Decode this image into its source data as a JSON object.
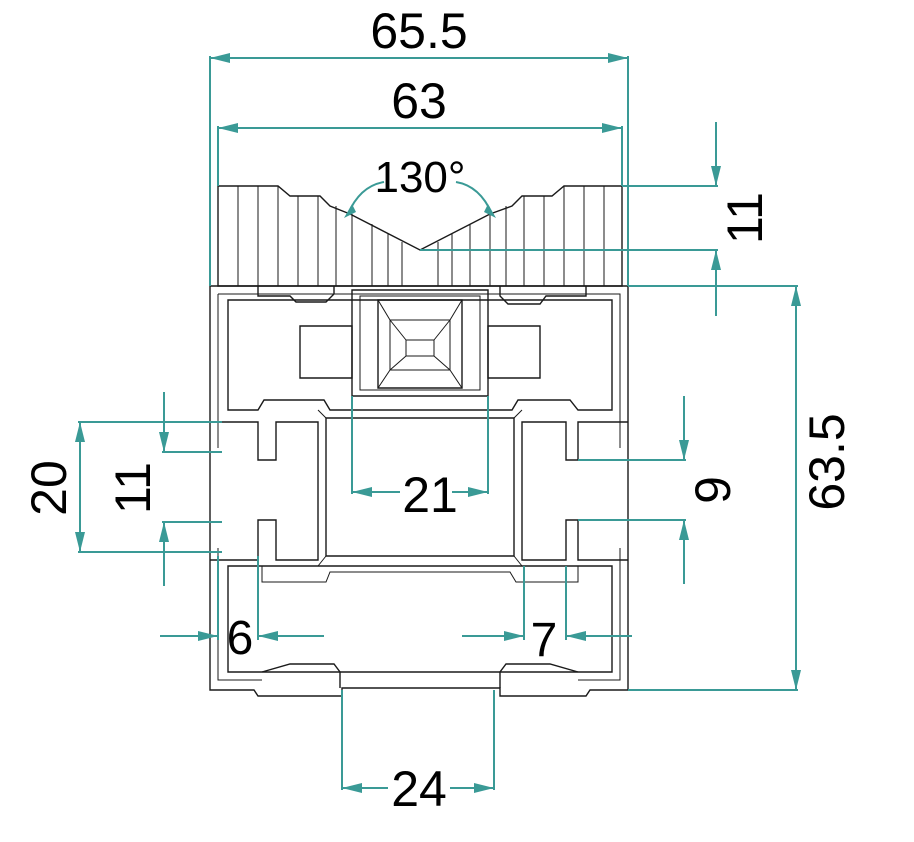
{
  "colors": {
    "dimension": "#3a9a96",
    "profile": "#1a1a1a",
    "text": "#000000",
    "background": "#ffffff"
  },
  "dimensions": {
    "overall_width": "65.5",
    "inner_width": "63",
    "v_groove_angle": "130°",
    "top_height": "11",
    "profile_height": "63.5",
    "left_slot_outer": "20",
    "left_slot_inner": "11",
    "center_channel_width": "21",
    "right_slot_opening": "9",
    "left_wall": "6",
    "right_wall": "7",
    "bottom_slot_opening": "24"
  }
}
